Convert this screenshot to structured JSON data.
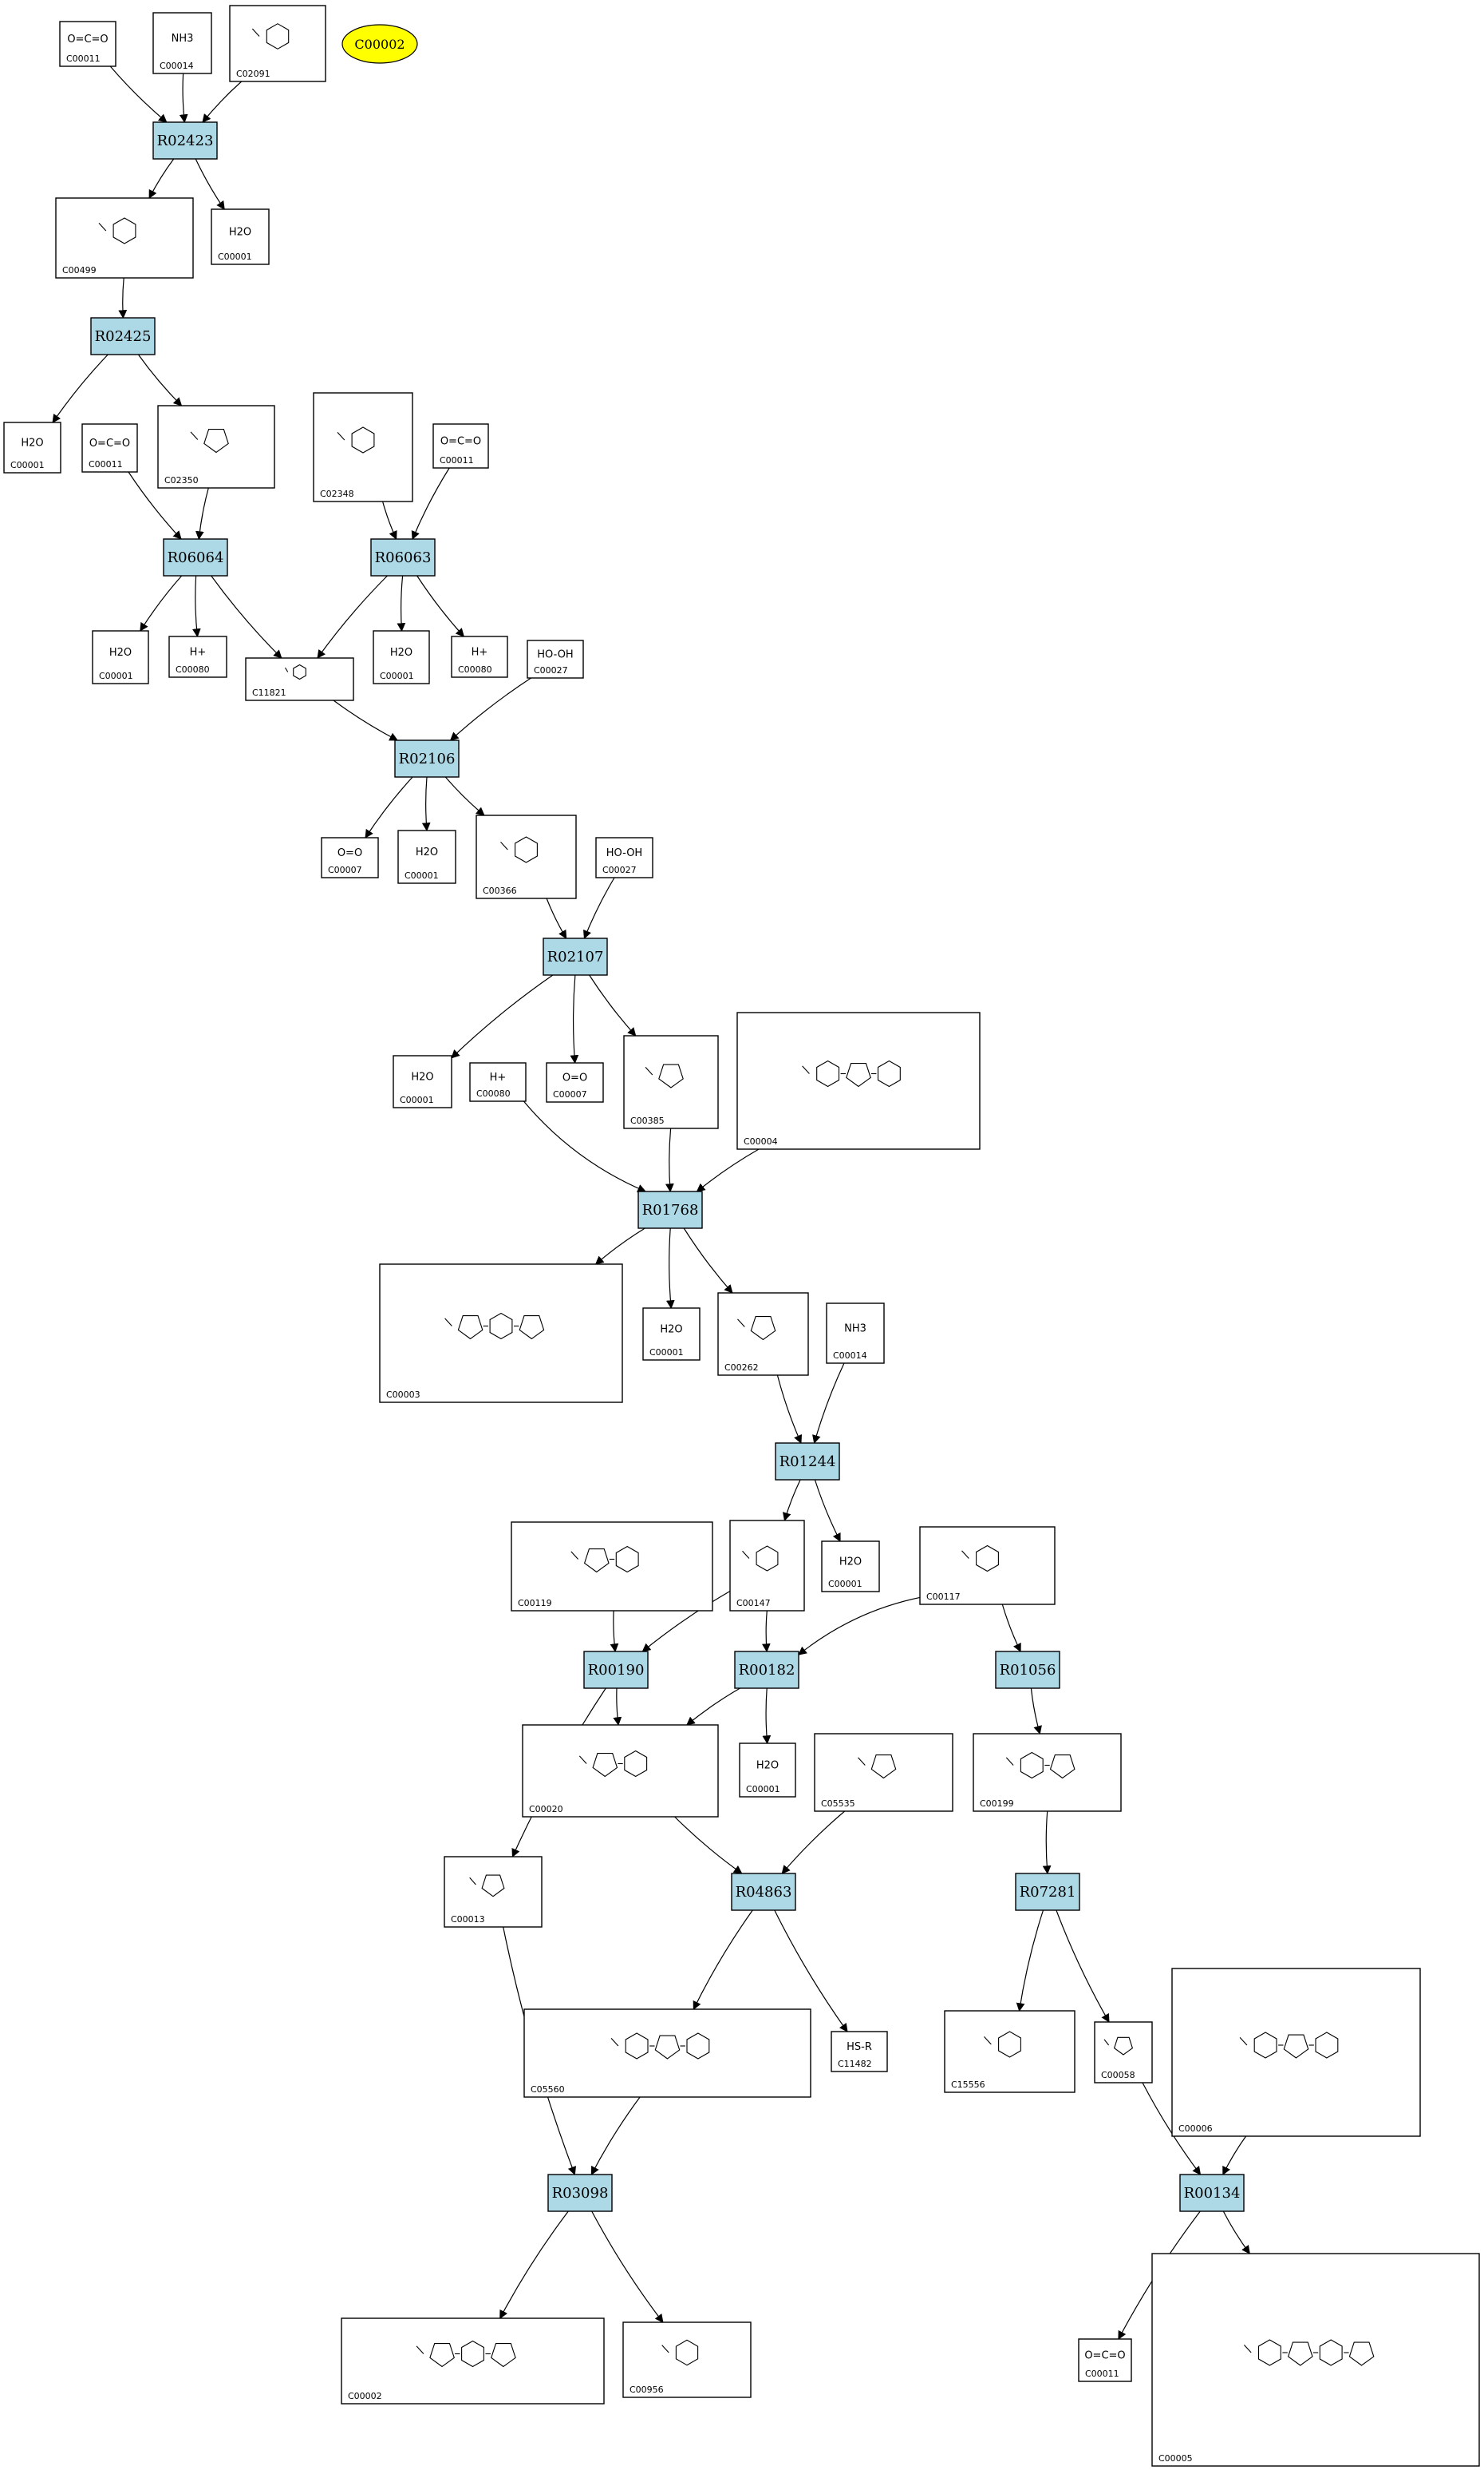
{
  "target": {
    "id": "C00002"
  },
  "reactions": [
    "R02423",
    "R02425",
    "R06064",
    "R06063",
    "R02106",
    "R02107",
    "R01768",
    "R01244",
    "R00190",
    "R00182",
    "R01056",
    "R04863",
    "R07281",
    "R03098",
    "R00134"
  ],
  "compounds": {
    "c1": {
      "id": "C00011",
      "formula": "O=C=O"
    },
    "c2": {
      "id": "C00014",
      "formula": "NH3"
    },
    "c3": {
      "id": "C02091",
      "formula": ""
    },
    "c4": {
      "id": "C00001",
      "formula": "H2O"
    },
    "c5": {
      "id": "C00499",
      "formula": ""
    },
    "c6": {
      "id": "C00001",
      "formula": "H2O"
    },
    "c7": {
      "id": "C00011",
      "formula": "O=C=O"
    },
    "c8": {
      "id": "C02350",
      "formula": ""
    },
    "c9": {
      "id": "C02348",
      "formula": ""
    },
    "c10": {
      "id": "C00011",
      "formula": "O=C=O"
    },
    "c11": {
      "id": "C00001",
      "formula": "H2O"
    },
    "c12": {
      "id": "C00080",
      "formula": "H+"
    },
    "c13": {
      "id": "C11821",
      "formula": ""
    },
    "c14": {
      "id": "C00001",
      "formula": "H2O"
    },
    "c15": {
      "id": "C00080",
      "formula": "H+"
    },
    "c16": {
      "id": "C00027",
      "formula": "HO-OH"
    },
    "c17": {
      "id": "C00007",
      "formula": "O=O"
    },
    "c18": {
      "id": "C00001",
      "formula": "H2O"
    },
    "c19": {
      "id": "C00366",
      "formula": ""
    },
    "c20": {
      "id": "C00027",
      "formula": "HO-OH"
    },
    "c21": {
      "id": "C00001",
      "formula": "H2O"
    },
    "c22": {
      "id": "C00080",
      "formula": "H+"
    },
    "c23": {
      "id": "C00007",
      "formula": "O=O"
    },
    "c24": {
      "id": "C00385",
      "formula": ""
    },
    "c25": {
      "id": "C00004",
      "formula": ""
    },
    "c26": {
      "id": "C00003",
      "formula": ""
    },
    "c27": {
      "id": "C00001",
      "formula": "H2O"
    },
    "c28": {
      "id": "C00262",
      "formula": ""
    },
    "c29": {
      "id": "C00014",
      "formula": "NH3"
    },
    "c30": {
      "id": "C00119",
      "formula": ""
    },
    "c31": {
      "id": "C00147",
      "formula": ""
    },
    "c32": {
      "id": "C00001",
      "formula": "H2O"
    },
    "c33": {
      "id": "C00117",
      "formula": ""
    },
    "c34": {
      "id": "C00020",
      "formula": ""
    },
    "c35": {
      "id": "C00001",
      "formula": "H2O"
    },
    "c36": {
      "id": "C05535",
      "formula": ""
    },
    "c37": {
      "id": "C00199",
      "formula": ""
    },
    "c38": {
      "id": "C00013",
      "formula": ""
    },
    "c39": {
      "id": "C05560",
      "formula": ""
    },
    "c40": {
      "id": "C11482",
      "formula": "HS-R"
    },
    "c41": {
      "id": "C15556",
      "formula": ""
    },
    "c42": {
      "id": "C00058",
      "formula": ""
    },
    "c43": {
      "id": "C00006",
      "formula": ""
    },
    "c44": {
      "id": "C00002",
      "formula": ""
    },
    "c45": {
      "id": "C00956",
      "formula": ""
    },
    "c46": {
      "id": "C00011",
      "formula": "O=C=O"
    },
    "c47": {
      "id": "C00005",
      "formula": ""
    }
  }
}
